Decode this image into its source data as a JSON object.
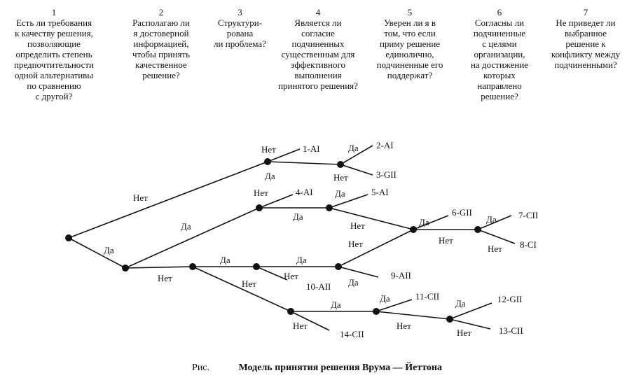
{
  "questions": [
    {
      "num": "1",
      "text": "Есть ли требования\nк качеству решения,\nпозволяющие\nопределить степень\nпредпочтительности\nодной альтернативы\nпо сравнению\nс другой?"
    },
    {
      "num": "2",
      "text": "Располагаю ли\nя достоверной\nинформацией,\nчтобы принять\nкачественное\nрешение?"
    },
    {
      "num": "3",
      "text": "Структури-\nрована\nли проблема?"
    },
    {
      "num": "4",
      "text": "Является ли\nсогласие\nподчиненных\nсущественным для\nэффективного\nвыполнения\nпринятого решения?"
    },
    {
      "num": "5",
      "text": "Уверен ли я в\nтом, что если\nприму решение\nединолично,\nподчиненные его\nподдержат?"
    },
    {
      "num": "6",
      "text": "Согласны ли\nподчиненные\nс целями\nорганизации,\nна достижение\nкоторых\nнаправлено\nрешение?"
    },
    {
      "num": "7",
      "text": "Не приведет ли\nвыбранное\nрешение к\nконфликту между\nподчиненными?"
    }
  ],
  "branch_labels": {
    "yes": "Да",
    "no": "Нет"
  },
  "outcomes": {
    "o1": "1-AI",
    "o2": "2-AI",
    "o3": "3-GII",
    "o4": "4-AI",
    "o5": "5-AI",
    "o6": "6-GII",
    "o7": "7-CII",
    "o8": "8-CI",
    "o9": "9-AII",
    "o10": "10-AII",
    "o11": "11-CII",
    "o12": "12-GII",
    "o13": "13-CII",
    "o14": "14-CII"
  },
  "caption": {
    "prefix": "Рис.",
    "title": "Модель принятия решения Врума — Йеттона"
  }
}
